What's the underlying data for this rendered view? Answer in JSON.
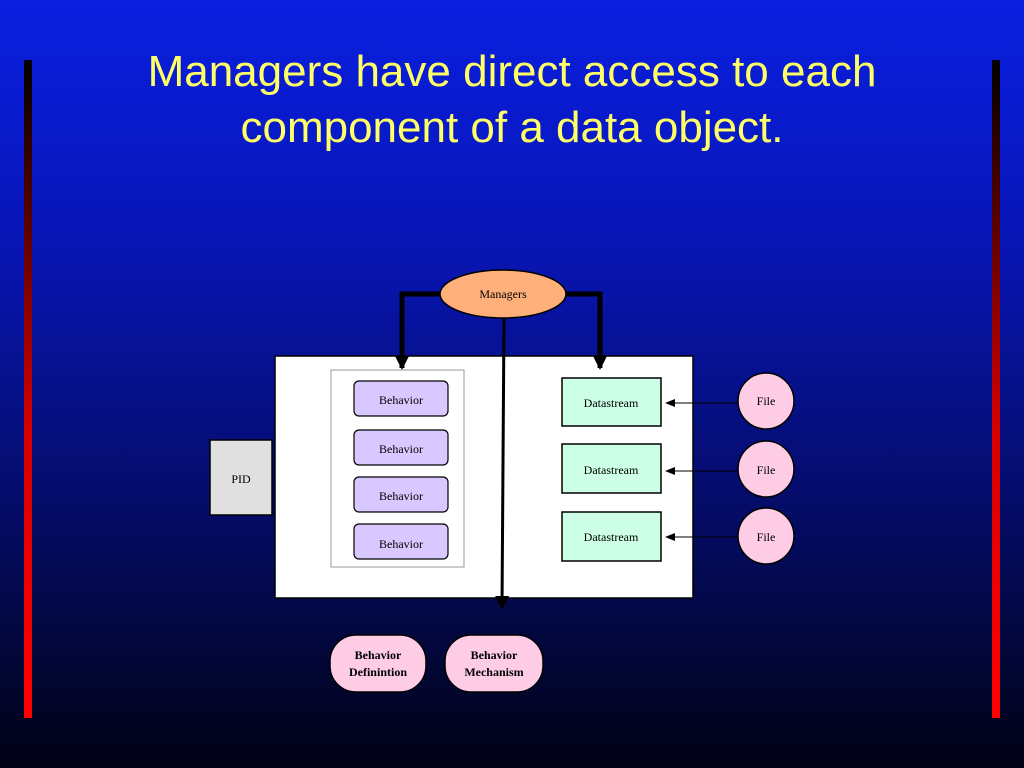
{
  "title": {
    "line1": "Managers have direct access to each",
    "line2": "component of a data object."
  },
  "diagram": {
    "managers": "Managers",
    "pid": "PID",
    "behaviors": [
      "Behavior",
      "Behavior",
      "Behavior",
      "Behavior"
    ],
    "datastreams": [
      "Datastream",
      "Datastream",
      "Datastream"
    ],
    "files": [
      "File",
      "File",
      "File"
    ],
    "behavior_definition": {
      "line1": "Behavior",
      "line2": "Definintion"
    },
    "behavior_mechanism": {
      "line1": "Behavior",
      "line2": "Mechanism"
    }
  },
  "colors": {
    "title": "#ffff66",
    "managers_fill": "#ffb07a",
    "behavior_fill": "#d9c8ff",
    "datastream_fill": "#ccffe6",
    "file_fill": "#ffcce6",
    "pid_fill": "#e0e0e0"
  }
}
